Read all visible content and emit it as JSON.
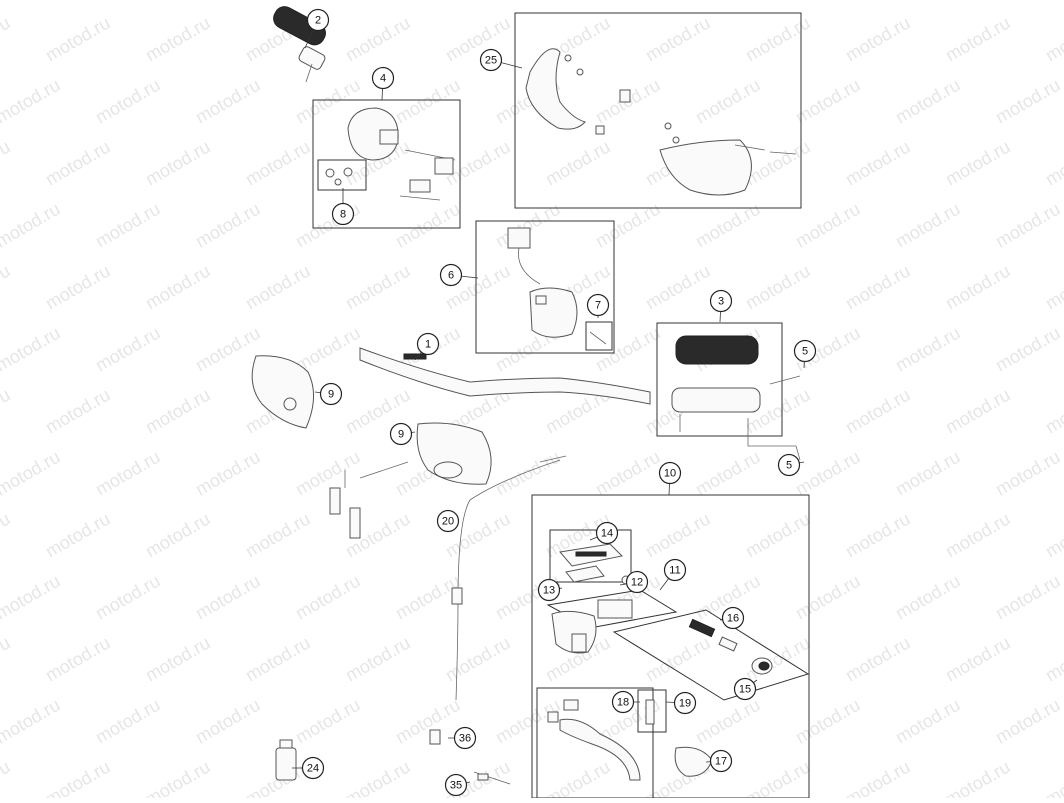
{
  "watermark": {
    "text": "motod.ru"
  },
  "callouts": [
    {
      "id": "c2",
      "label": "2",
      "leader": [
        305,
        48
      ]
    },
    {
      "id": "c4",
      "label": "4",
      "leader": [
        382,
        100
      ]
    },
    {
      "id": "c8",
      "label": "8",
      "leader": [
        343,
        188
      ]
    },
    {
      "id": "c25",
      "label": "25",
      "leader": [
        522,
        68
      ]
    },
    {
      "id": "c6",
      "label": "6",
      "leader": [
        478,
        278
      ]
    },
    {
      "id": "c7",
      "label": "7",
      "leader": [
        598,
        318
      ]
    },
    {
      "id": "c1",
      "label": "1",
      "leader": [
        415,
        360
      ]
    },
    {
      "id": "c3",
      "label": "3",
      "leader": [
        720,
        322
      ]
    },
    {
      "id": "c5a",
      "label": "5",
      "leader": [
        804,
        368
      ]
    },
    {
      "id": "c9a",
      "label": "9",
      "leader": [
        315,
        392
      ]
    },
    {
      "id": "c9b",
      "label": "9",
      "leader": [
        415,
        432
      ]
    },
    {
      "id": "c5b",
      "label": "5",
      "leader": [
        804,
        462
      ]
    },
    {
      "id": "c10",
      "label": "10",
      "leader": [
        669,
        495
      ]
    },
    {
      "id": "c20",
      "label": "20",
      "leader": [
        458,
        520
      ]
    },
    {
      "id": "c14",
      "label": "14",
      "leader": [
        590,
        540
      ]
    },
    {
      "id": "c11",
      "label": "11",
      "leader": [
        660,
        590
      ]
    },
    {
      "id": "c12",
      "label": "12",
      "leader": [
        620,
        585
      ]
    },
    {
      "id": "c13",
      "label": "13",
      "leader": [
        562,
        588
      ]
    },
    {
      "id": "c16",
      "label": "16",
      "leader": [
        720,
        620
      ]
    },
    {
      "id": "c15",
      "label": "15",
      "leader": [
        757,
        680
      ]
    },
    {
      "id": "c18",
      "label": "18",
      "leader": [
        640,
        702
      ]
    },
    {
      "id": "c19",
      "label": "19",
      "leader": [
        666,
        702
      ]
    },
    {
      "id": "c17",
      "label": "17",
      "leader": [
        706,
        762
      ]
    },
    {
      "id": "c24",
      "label": "24",
      "leader": [
        292,
        768
      ]
    },
    {
      "id": "c36",
      "label": "36",
      "leader": [
        448,
        738
      ]
    },
    {
      "id": "c35",
      "label": "35",
      "leader": [
        470,
        782
      ]
    }
  ]
}
